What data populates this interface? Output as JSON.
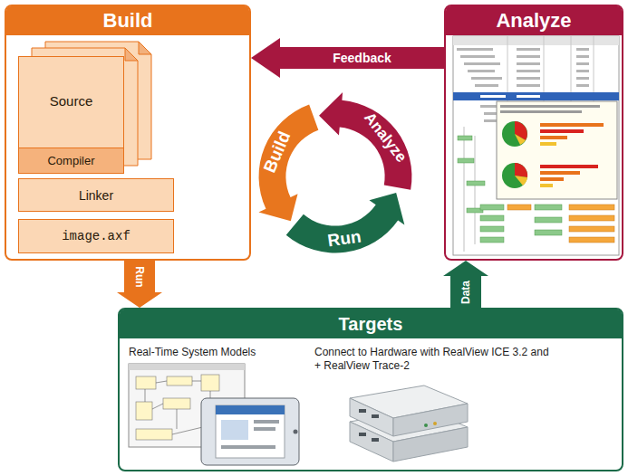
{
  "diagram": {
    "nodes": [
      {
        "text": [
          "Build"
        ]
      },
      {
        "text": [
          "Source"
        ],
        "in": 0
      },
      {
        "text": [
          "Compiler"
        ],
        "in": 1
      },
      {
        "text": [
          "Linker"
        ],
        "in": 0
      },
      {
        "text": [
          "image.axf"
        ],
        "in": 0
      },
      {
        "text": [
          "Analyze"
        ]
      },
      {
        "text": [
          "Targets",
          "Real-Time System Models",
          "Connect to Hardware with RealView ICE 3.2 and + RealView Trace-2"
        ]
      }
    ],
    "edges": [
      {
        "from": 5,
        "to": 0,
        "label": "Feedback",
        "arrow": "to"
      },
      {
        "from": 0,
        "to": 6,
        "label": "Run",
        "arrow": "to"
      },
      {
        "from": 6,
        "to": 5,
        "label": "Data",
        "arrow": "to"
      }
    ],
    "labels": [
      "Build",
      "Analyze",
      "Run"
    ]
  }
}
